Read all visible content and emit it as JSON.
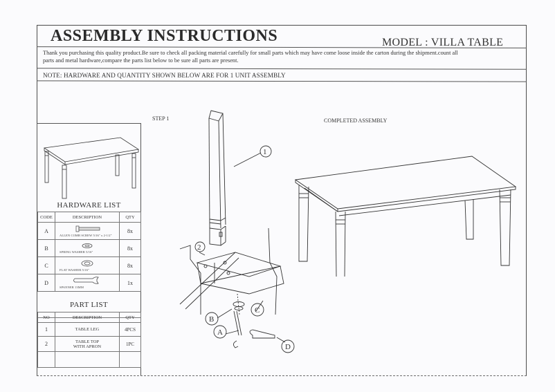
{
  "header": {
    "title": "ASSEMBLY INSTRUCTIONS",
    "model": "MODEL : VILLA TABLE"
  },
  "intro": {
    "line1": "Thank you purchasing this quality product.Be sure to check all packing material carefully for small parts which may have come loose inside the carton during the shipment.count all",
    "line2": "parts and metal hardware,compare the parts list below to be sure all parts are present."
  },
  "note": "NOTE: HARDWARE AND QUANTITY SHOWN BELOW ARE FOR 1 UNIT ASSEMBLY",
  "hardware_list": {
    "title": "HARDWARE LIST",
    "headers": {
      "code": "CODE",
      "description": "DESCRIPTION",
      "qty": "QTY"
    },
    "rows": [
      {
        "code": "A",
        "icon": "bolt-icon",
        "description": "ALLEN COMB SCREW 5/16\" x 2-1/2\"",
        "qty": "8x"
      },
      {
        "code": "B",
        "icon": "spring-washer-icon",
        "description": "SPRING WASHER 5/16\"",
        "qty": "8x"
      },
      {
        "code": "C",
        "icon": "flat-washer-icon",
        "description": "FLAT WASHER 5/16\"",
        "qty": "8x"
      },
      {
        "code": "D",
        "icon": "spanner-icon",
        "description": "SPANNER 13MM",
        "qty": "1x"
      }
    ]
  },
  "part_list": {
    "title": "PART LIST",
    "headers": {
      "no": "NO",
      "description": "DESCRIPTION",
      "qty": "QTY"
    },
    "rows": [
      {
        "no": "1",
        "description": "TABLE LEG",
        "qty": "4PCS"
      },
      {
        "no": "2",
        "description": "TABLE TOP\nWITH APRON",
        "description_l1": "TABLE TOP",
        "description_l2": "WITH APRON",
        "qty": "1PC"
      }
    ]
  },
  "step": {
    "label": "STEP 1",
    "callouts": [
      "1",
      "2",
      "A",
      "B",
      "C",
      "D"
    ]
  },
  "completed": {
    "label": "COMPLETED ASSEMBLY"
  }
}
